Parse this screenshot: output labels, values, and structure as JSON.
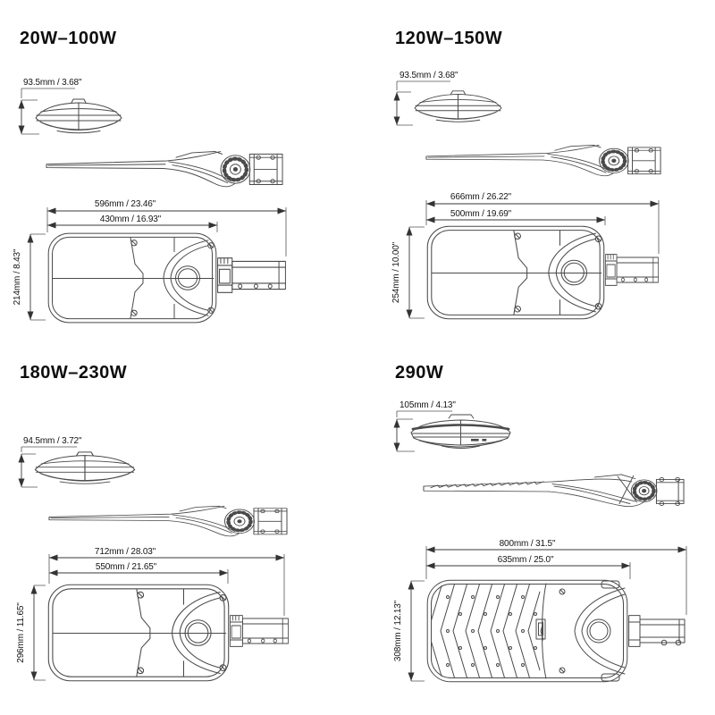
{
  "colors": {
    "background": "#ffffff",
    "drawing_line": "#4a4a4a",
    "dimension_line": "#383838",
    "text": "#141414"
  },
  "panels": [
    {
      "title": "20W–100W",
      "dome_height": "93.5mm / 3.68\"",
      "overall_width": "596mm / 23.46\"",
      "body_width": "430mm / 16.93\"",
      "body_height": "214mm / 8.43\""
    },
    {
      "title": "120W–150W",
      "dome_height": "93.5mm / 3.68\"",
      "overall_width": "666mm / 26.22\"",
      "body_width": "500mm / 19.69\"",
      "body_height": "254mm / 10.00\""
    },
    {
      "title": "180W–230W",
      "dome_height": "94.5mm / 3.72\"",
      "overall_width": "712mm / 28.03\"",
      "body_width": "550mm / 21.65\"",
      "body_height": "296mm / 11.65\""
    },
    {
      "title": "290W",
      "dome_height": "105mm / 4.13\"",
      "overall_width": "800mm / 31.5\"",
      "body_width": "635mm / 25.0\"",
      "body_height": "308mm / 12.13\""
    }
  ]
}
